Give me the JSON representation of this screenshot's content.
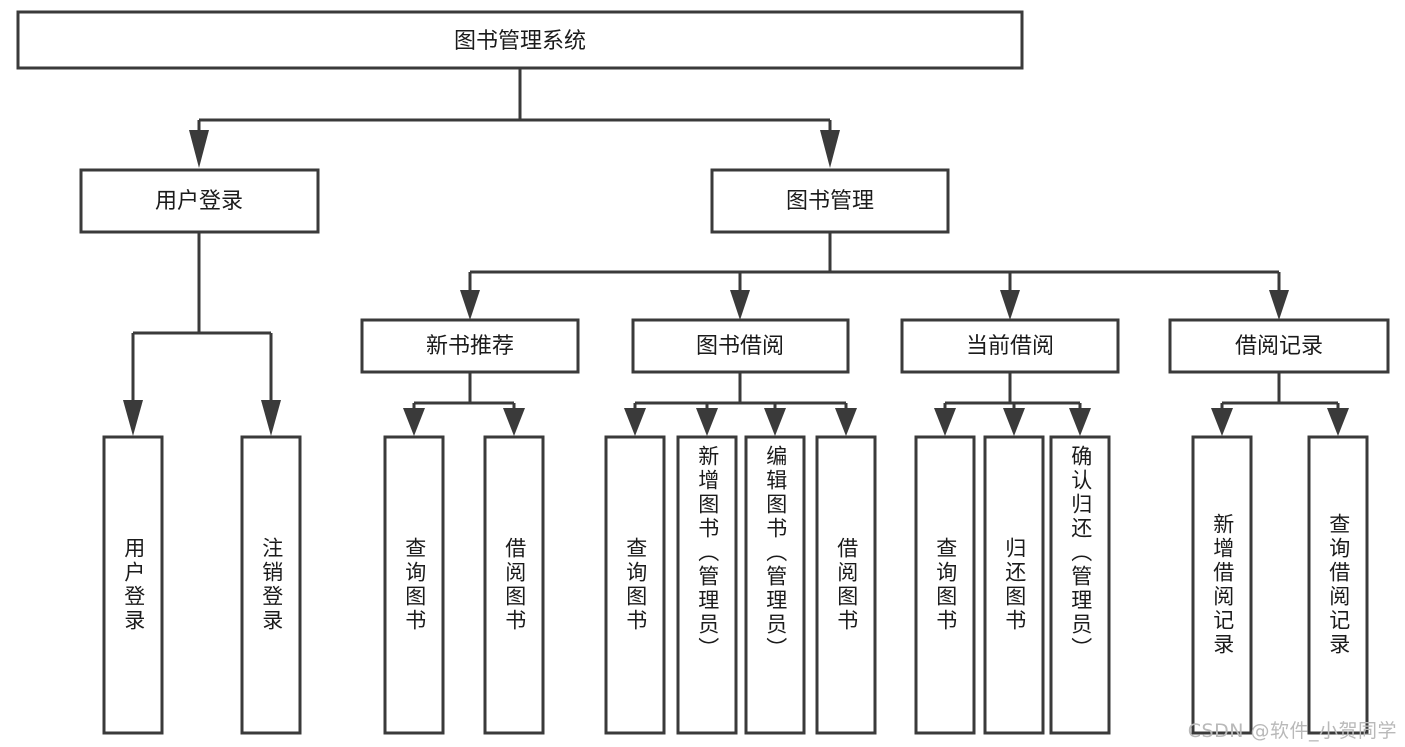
{
  "diagram": {
    "title": "图书管理系统",
    "type": "tree-hierarchy-flowchart",
    "root": {
      "label": "图书管理系统"
    },
    "level2": [
      {
        "label": "用户登录"
      },
      {
        "label": "图书管理"
      }
    ],
    "level3": [
      {
        "label": "新书推荐"
      },
      {
        "label": "图书借阅"
      },
      {
        "label": "当前借阅"
      },
      {
        "label": "借阅记录"
      }
    ],
    "leaves": {
      "user_login": [
        {
          "label": "用户登录"
        },
        {
          "label": "注销登录"
        }
      ],
      "new_book_recommend": [
        {
          "label": "查询图书"
        },
        {
          "label": "借阅图书"
        }
      ],
      "book_borrow": [
        {
          "label": "查询图书"
        },
        {
          "label": "新增图书（管理员）"
        },
        {
          "label": "编辑图书（管理员）"
        },
        {
          "label": "借阅图书"
        }
      ],
      "current_borrow": [
        {
          "label": "查询图书"
        },
        {
          "label": "归还图书"
        },
        {
          "label": "确认归还（管理员）"
        }
      ],
      "borrow_record": [
        {
          "label": "新增借阅记录"
        },
        {
          "label": "查询借阅记录"
        }
      ]
    }
  },
  "watermark": {
    "text": "CSDN @软件_小贺同学"
  },
  "colors": {
    "box_stroke": "#3a3a3a",
    "box_fill": "#ffffff",
    "text": "#1b1b1b",
    "watermark": "#b9b9b9",
    "background": "#ffffff"
  }
}
